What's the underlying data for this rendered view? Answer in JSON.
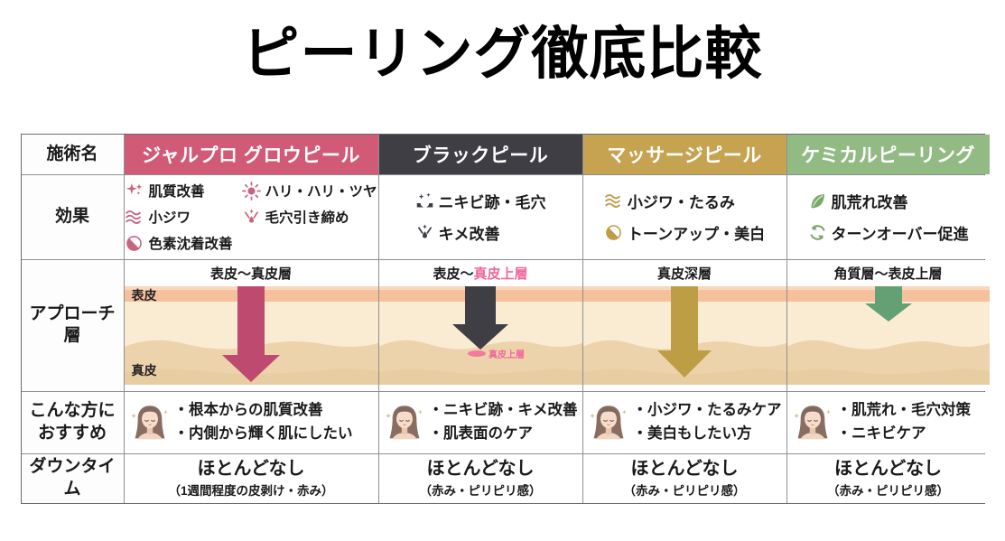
{
  "title": "ピーリング徹底比較",
  "table": {
    "row_labels": [
      {
        "text": "施術名"
      },
      {
        "text": "効果"
      },
      {
        "text": "アプローチ\n層"
      },
      {
        "text": "こんな方に\nおすすめ"
      },
      {
        "text": "ダウンタイム"
      }
    ],
    "treatments": [
      {
        "name": "ジャルプロ グロウピール",
        "header_color": "#d15a77",
        "icon_color": "#c9647f",
        "effects_columns": 2,
        "effects": [
          {
            "icon": "sparkle",
            "label": "肌質改善"
          },
          {
            "icon": "sun",
            "label": "ハリ・ハリ・ツヤ"
          },
          {
            "icon": "waves",
            "label": "小ジワ"
          },
          {
            "icon": "pore",
            "label": "毛穴引き締め"
          },
          {
            "icon": "halfcircle",
            "label": "色素沈着改善"
          }
        ],
        "approach": {
          "depth_title": "表皮〜真皮層",
          "depth_title_highlight": "",
          "epidermis_label": "表皮",
          "dermis_label": "真皮",
          "arrow": {
            "color": "#bf4a70",
            "length_pct": 97,
            "shaft_w": 30,
            "head_w": 64,
            "head_h": 30
          }
        },
        "recommend": "・根本からの肌質改善\n・内側から輝く肌にしたい",
        "downtime": {
          "main": "ほとんどなし",
          "note": "（1週間程度の皮剥け・赤み）"
        }
      },
      {
        "name": "ブラックピール",
        "header_color": "#3e3e44",
        "icon_color": "#3e3e44",
        "effects_columns": 1,
        "effects": [
          {
            "icon": "acne",
            "label": "ニキビ跡・毛穴"
          },
          {
            "icon": "pore",
            "label": "キメ改善"
          }
        ],
        "approach": {
          "depth_title": "表皮〜",
          "depth_title_highlight": "真皮上層",
          "tip_marker_label": "真皮上層",
          "arrow": {
            "color": "#3e3e44",
            "length_pct": 64,
            "shaft_w": 34,
            "head_w": 62,
            "head_h": 28
          }
        },
        "recommend": "・ニキビ跡・キメ改善\n・肌表面のケア",
        "downtime": {
          "main": "ほとんどなし",
          "note": "（赤み・ピリピリ感）"
        }
      },
      {
        "name": "マッサージピール",
        "header_color": "#c6a350",
        "icon_color": "#bf9c44",
        "effects_columns": 1,
        "effects": [
          {
            "icon": "waves",
            "label": "小ジワ・たるみ"
          },
          {
            "icon": "halfcircle",
            "label": "トーンアップ・美白"
          }
        ],
        "approach": {
          "depth_title": "真皮深層",
          "depth_title_highlight": "",
          "arrow": {
            "color": "#bd9e45",
            "length_pct": 93,
            "shaft_w": 30,
            "head_w": 60,
            "head_h": 30
          }
        },
        "recommend": "・小ジワ・たるみケア\n・美白もしたい方",
        "downtime": {
          "main": "ほとんどなし",
          "note": "（赤み・ピリピリ感）"
        }
      },
      {
        "name": "ケミカルピーリング",
        "header_color": "#92bb83",
        "icon_color": "#79a967",
        "effects_columns": 1,
        "effects": [
          {
            "icon": "leaf",
            "label": "肌荒れ改善"
          },
          {
            "icon": "recycle",
            "label": "ターンオーバー促進"
          }
        ],
        "approach": {
          "depth_title": "角質層〜表皮上層",
          "depth_title_highlight": "",
          "arrow": {
            "color": "#63a175",
            "length_pct": 36,
            "shaft_w": 30,
            "head_w": 52,
            "head_h": 20
          }
        },
        "recommend": "・肌荒れ・毛穴対策\n・ニキビケア",
        "downtime": {
          "main": "ほとんどなし",
          "note": "（赤み・ピリピリ感）"
        }
      }
    ]
  },
  "skin_diagram": {
    "epidermis_color": "#f5c19d",
    "epidermis_highlight": "#fad7bc",
    "middle_color": "#f9ecd3",
    "dermis_color": "#edd3ab",
    "dermis_deep_color": "#e9cda2",
    "highlight_text_color": "#f2679c",
    "tip_marker_color": "#f4799f"
  }
}
